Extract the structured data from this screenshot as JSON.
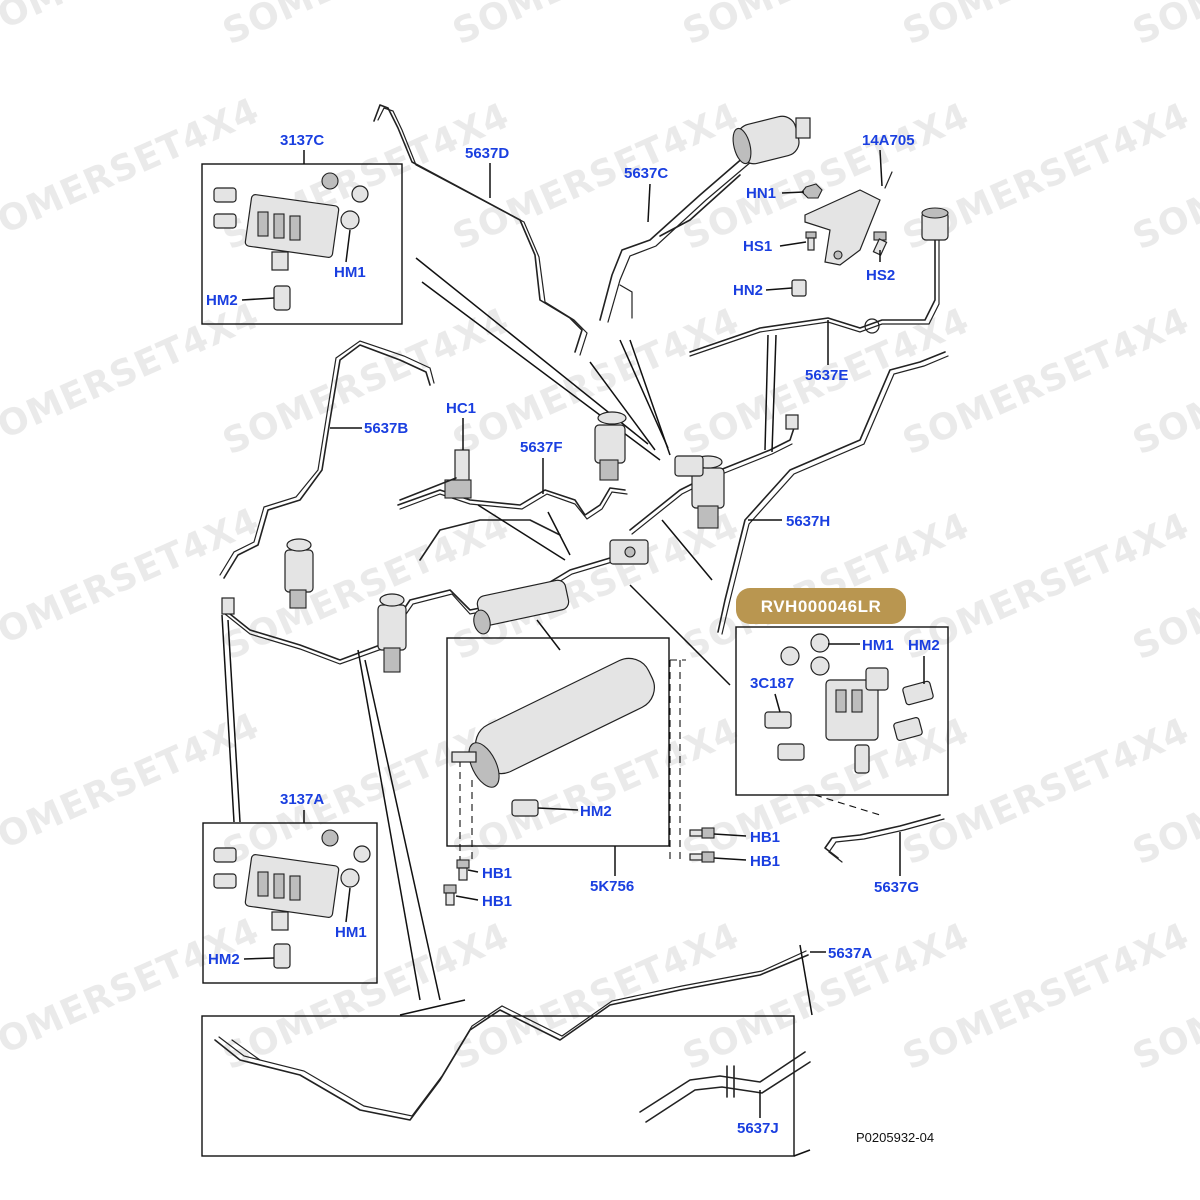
{
  "watermark": "SOMERSET4X4",
  "diagram_code": "P0205932-04",
  "highlight": {
    "text": "RVH000046LR",
    "color": "#b99650"
  },
  "label_color": "#1a3fe0",
  "parts": {
    "p3137C": "3137C",
    "p5637D": "5637D",
    "p5637C": "5637C",
    "p14A705": "14A705",
    "HN1": "HN1",
    "HS1": "HS1",
    "HS2": "HS2",
    "HN2": "HN2",
    "HM1_a": "HM1",
    "HM2_a": "HM2",
    "p5637E": "5637E",
    "p5637B": "5637B",
    "HC1": "HC1",
    "p5637F": "5637F",
    "p5637H": "5637H",
    "HM1_b": "HM1",
    "HM2_b": "HM2",
    "p3C187": "3C187",
    "p3137A": "3137A",
    "HM2_c": "HM2",
    "HB1_a": "HB1",
    "HB1_b": "HB1",
    "HB1_c": "HB1",
    "HB1_d": "HB1",
    "p5K756": "5K756",
    "HM1_c": "HM1",
    "HM2_d": "HM2",
    "p5637G": "5637G",
    "p5637A": "5637A",
    "p5637J": "5637J"
  }
}
